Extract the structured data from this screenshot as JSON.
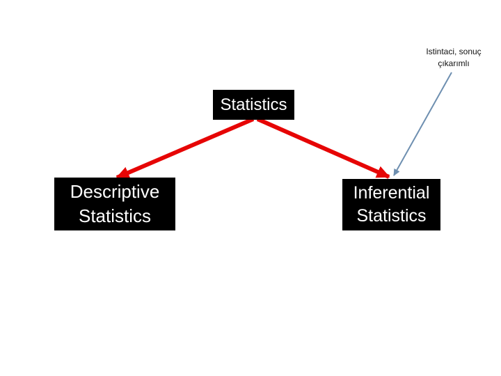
{
  "slide": {
    "annotation": {
      "lines": [
        "Istintaci, sonuç",
        "çıkarımlı"
      ]
    },
    "nodes": {
      "root": {
        "lines": [
          "Statistics"
        ]
      },
      "left": {
        "lines": [
          "Descriptive",
          "Statistics"
        ]
      },
      "right": {
        "lines": [
          "Inferential",
          "Statistics"
        ]
      }
    },
    "colors": {
      "background": "#ffffff",
      "node_bg": "#000000",
      "node_text": "#ffffff",
      "arrow_red": "#e60505",
      "connector_blue": "#6e8fb0",
      "annotation_text": "#111111"
    }
  }
}
